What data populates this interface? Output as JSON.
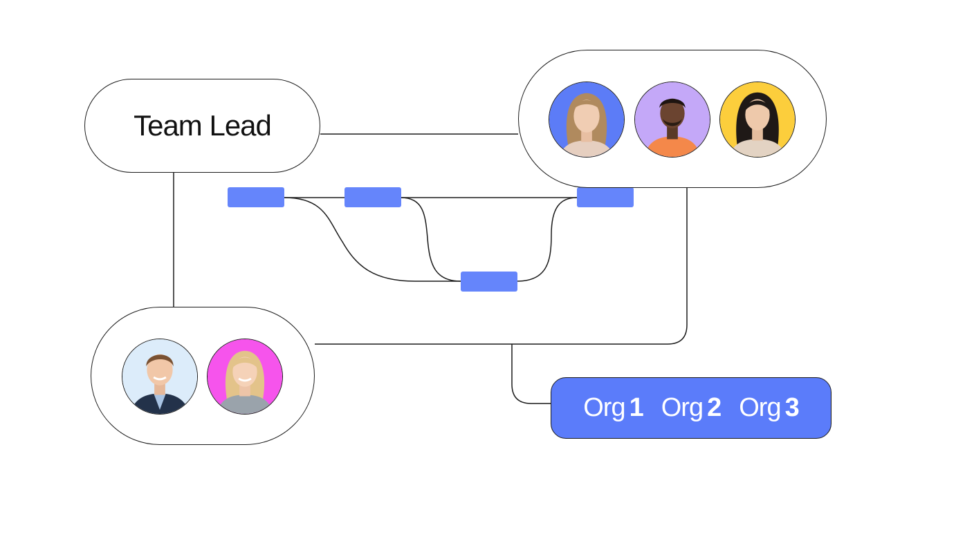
{
  "team_lead": {
    "label": "Team Lead"
  },
  "top_group": {
    "avatars": [
      {
        "icon": "person-avatar-woman-long-hair",
        "bg": "#5c7cf7"
      },
      {
        "icon": "person-avatar-man-orange-shirt",
        "bg": "#c4a8f8"
      },
      {
        "icon": "person-avatar-woman-dark-hair",
        "bg": "#fcce3c"
      }
    ]
  },
  "bottom_group": {
    "avatars": [
      {
        "icon": "person-avatar-man-suit",
        "bg": "#dcecfa"
      },
      {
        "icon": "person-avatar-woman-blonde",
        "bg": "#f654ec"
      }
    ]
  },
  "orgs": {
    "items": [
      {
        "prefix": "Org",
        "number": "1"
      },
      {
        "prefix": "Org",
        "number": "2"
      },
      {
        "prefix": "Org",
        "number": "3"
      }
    ]
  },
  "colors": {
    "accent": "#5b7cfa",
    "node": "#6585fb",
    "line": "#1a1a1a",
    "background": "#ffffff"
  }
}
